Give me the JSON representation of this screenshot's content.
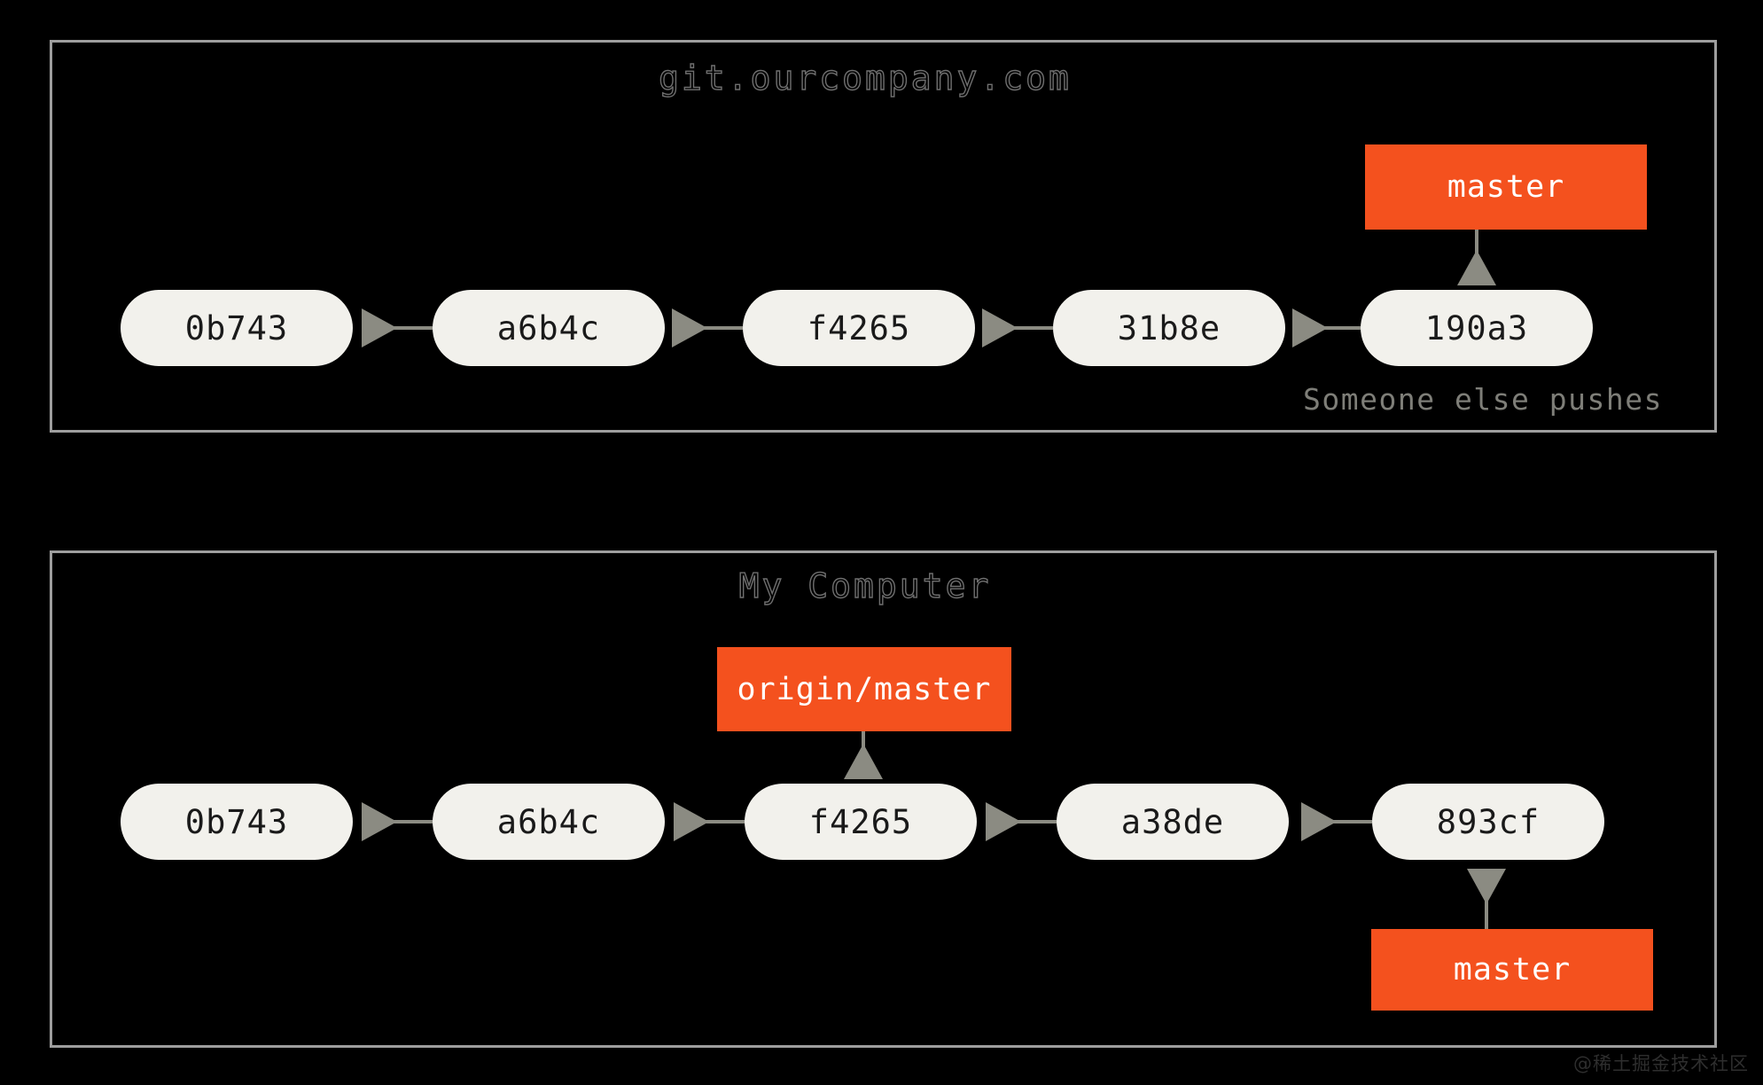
{
  "diagram": {
    "title_hidden": "Git remote branch divergence diagram",
    "background_color": "#000000",
    "panel_border_color": "#9e9e9e",
    "commit_fill_color": "#f2f1ec",
    "commit_text_color": "#1a1a1a",
    "branch_label_color": "#f4511e",
    "branch_label_text_color": "#ffffff",
    "arrow_color": "#8b8b82",
    "note_text_color": "#7e7e78"
  },
  "panels": [
    {
      "id": "remote",
      "title": "git.ourcompany.com",
      "note": "Someone else pushes",
      "commits": [
        {
          "sha": "0b743"
        },
        {
          "sha": "a6b4c"
        },
        {
          "sha": "f4265"
        },
        {
          "sha": "31b8e"
        },
        {
          "sha": "190a3"
        }
      ],
      "labels": [
        {
          "text": "master",
          "points_to": "190a3",
          "direction": "down"
        }
      ]
    },
    {
      "id": "local",
      "title": "My Computer",
      "note": "",
      "commits": [
        {
          "sha": "0b743"
        },
        {
          "sha": "a6b4c"
        },
        {
          "sha": "f4265"
        },
        {
          "sha": "a38de"
        },
        {
          "sha": "893cf"
        }
      ],
      "labels": [
        {
          "text": "origin/master",
          "points_to": "f4265",
          "direction": "down"
        },
        {
          "text": "master",
          "points_to": "893cf",
          "direction": "up"
        }
      ]
    }
  ],
  "watermark": "@稀土掘金技术社区"
}
